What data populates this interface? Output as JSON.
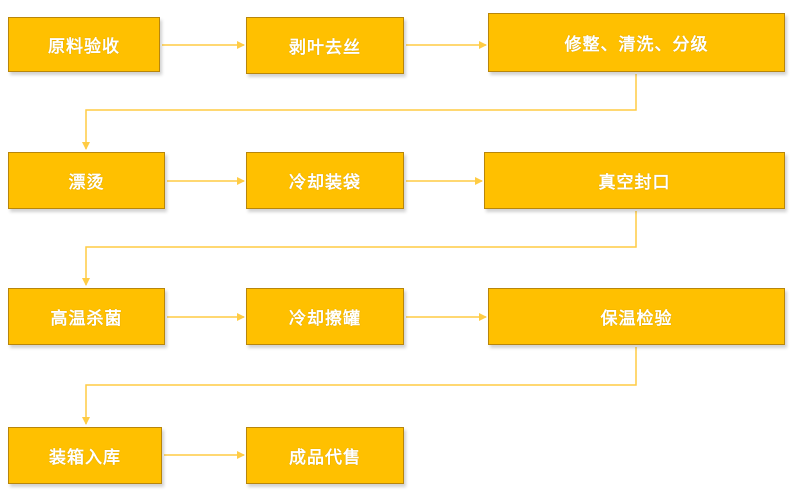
{
  "colors": {
    "box_fill": "#ffc000",
    "box_border": "#b8860b",
    "text": "#ffffff",
    "connector": "#ffcc44"
  },
  "steps": [
    "原料验收",
    "剥叶去丝",
    "修整、清洗、分级",
    "漂烫",
    "冷却装袋",
    "真空封口",
    "高温杀菌",
    "冷却擦罐",
    "保温检验",
    "装箱入库",
    "成品代售"
  ]
}
